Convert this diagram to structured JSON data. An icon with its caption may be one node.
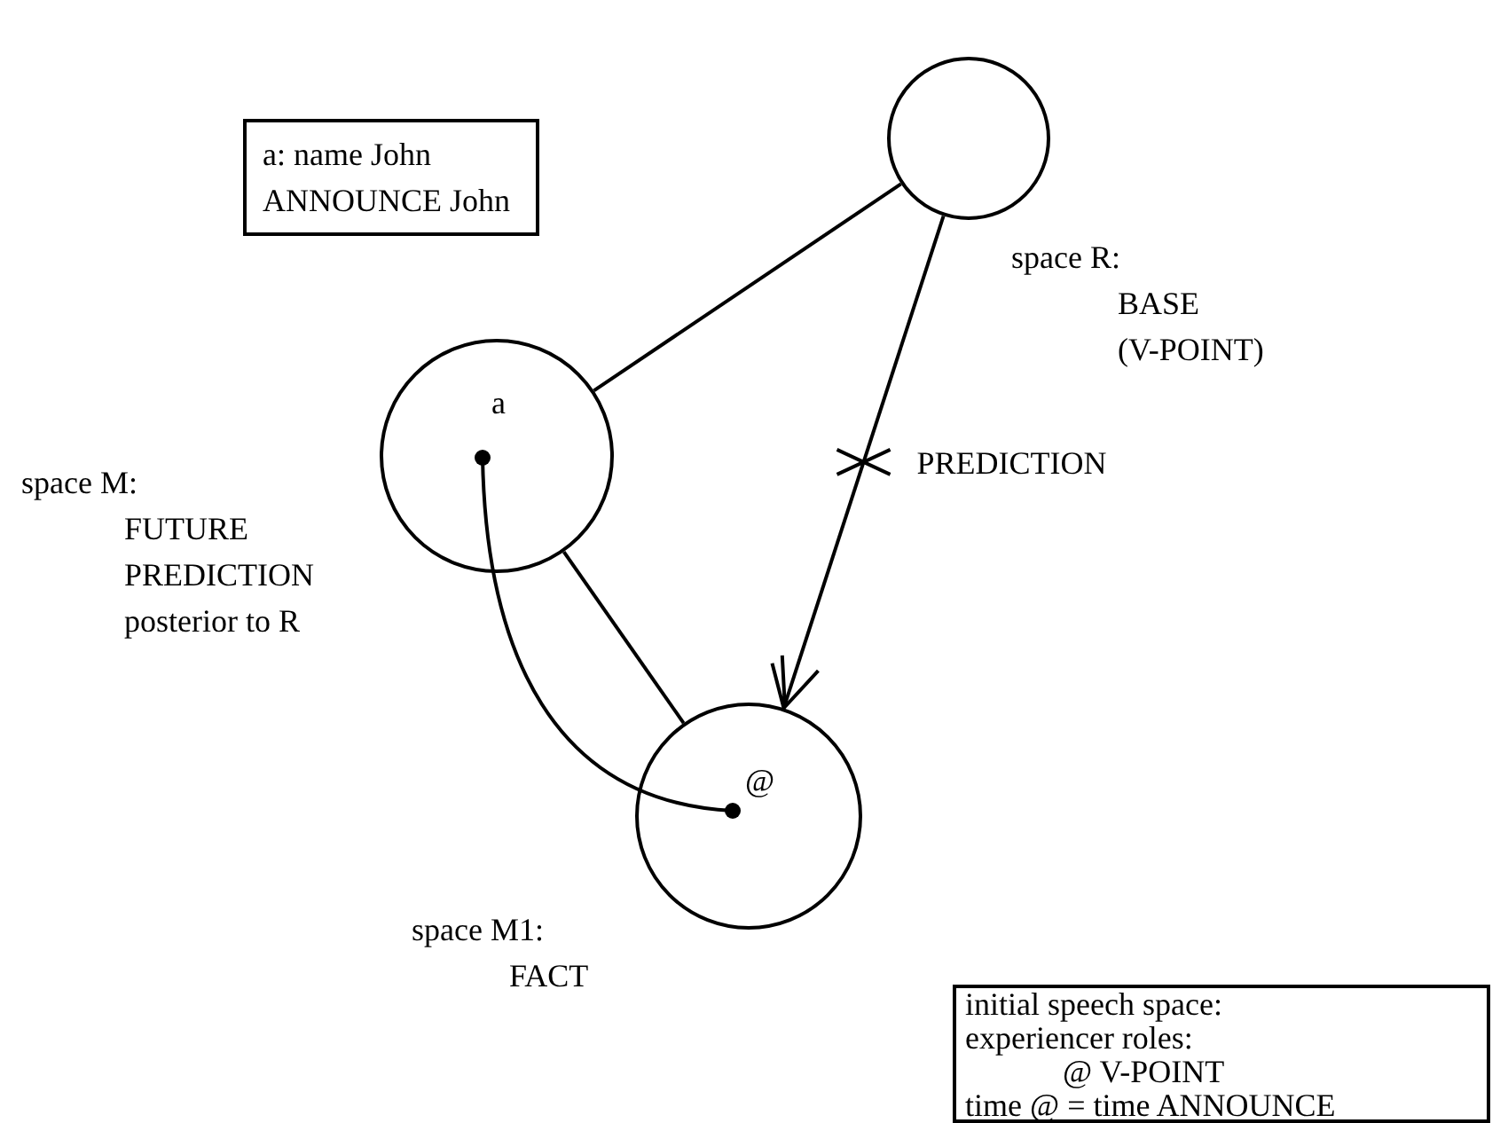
{
  "diagram": {
    "nodes": [
      {
        "text": [],
        "shape": "circle",
        "beside": [
          "space R: BASE (V-POINT)"
        ]
      },
      {
        "text": [
          "a"
        ],
        "beside": [
          "space M: FUTURE PREDICTION posterior to R"
        ]
      },
      {
        "text": [
          "@"
        ],
        "beside": [
          "space M1: FACT"
        ]
      },
      {
        "text": [
          "a: name John ANNOUNCE John"
        ]
      },
      {
        "text": [
          "initial speech space: experiencer roles: @ V-POINT time @ = time ANNOUNCE"
        ]
      }
    ],
    "edges": [
      {
        "from": 0,
        "to": 1,
        "arrow": "none"
      },
      {
        "from": 0,
        "to": 2,
        "arrow": "to",
        "label": "PREDICTION"
      },
      {
        "from": 1,
        "to": 2,
        "arrow": "none"
      },
      {
        "from": 1,
        "to": 2,
        "arrow": "other"
      }
    ]
  }
}
